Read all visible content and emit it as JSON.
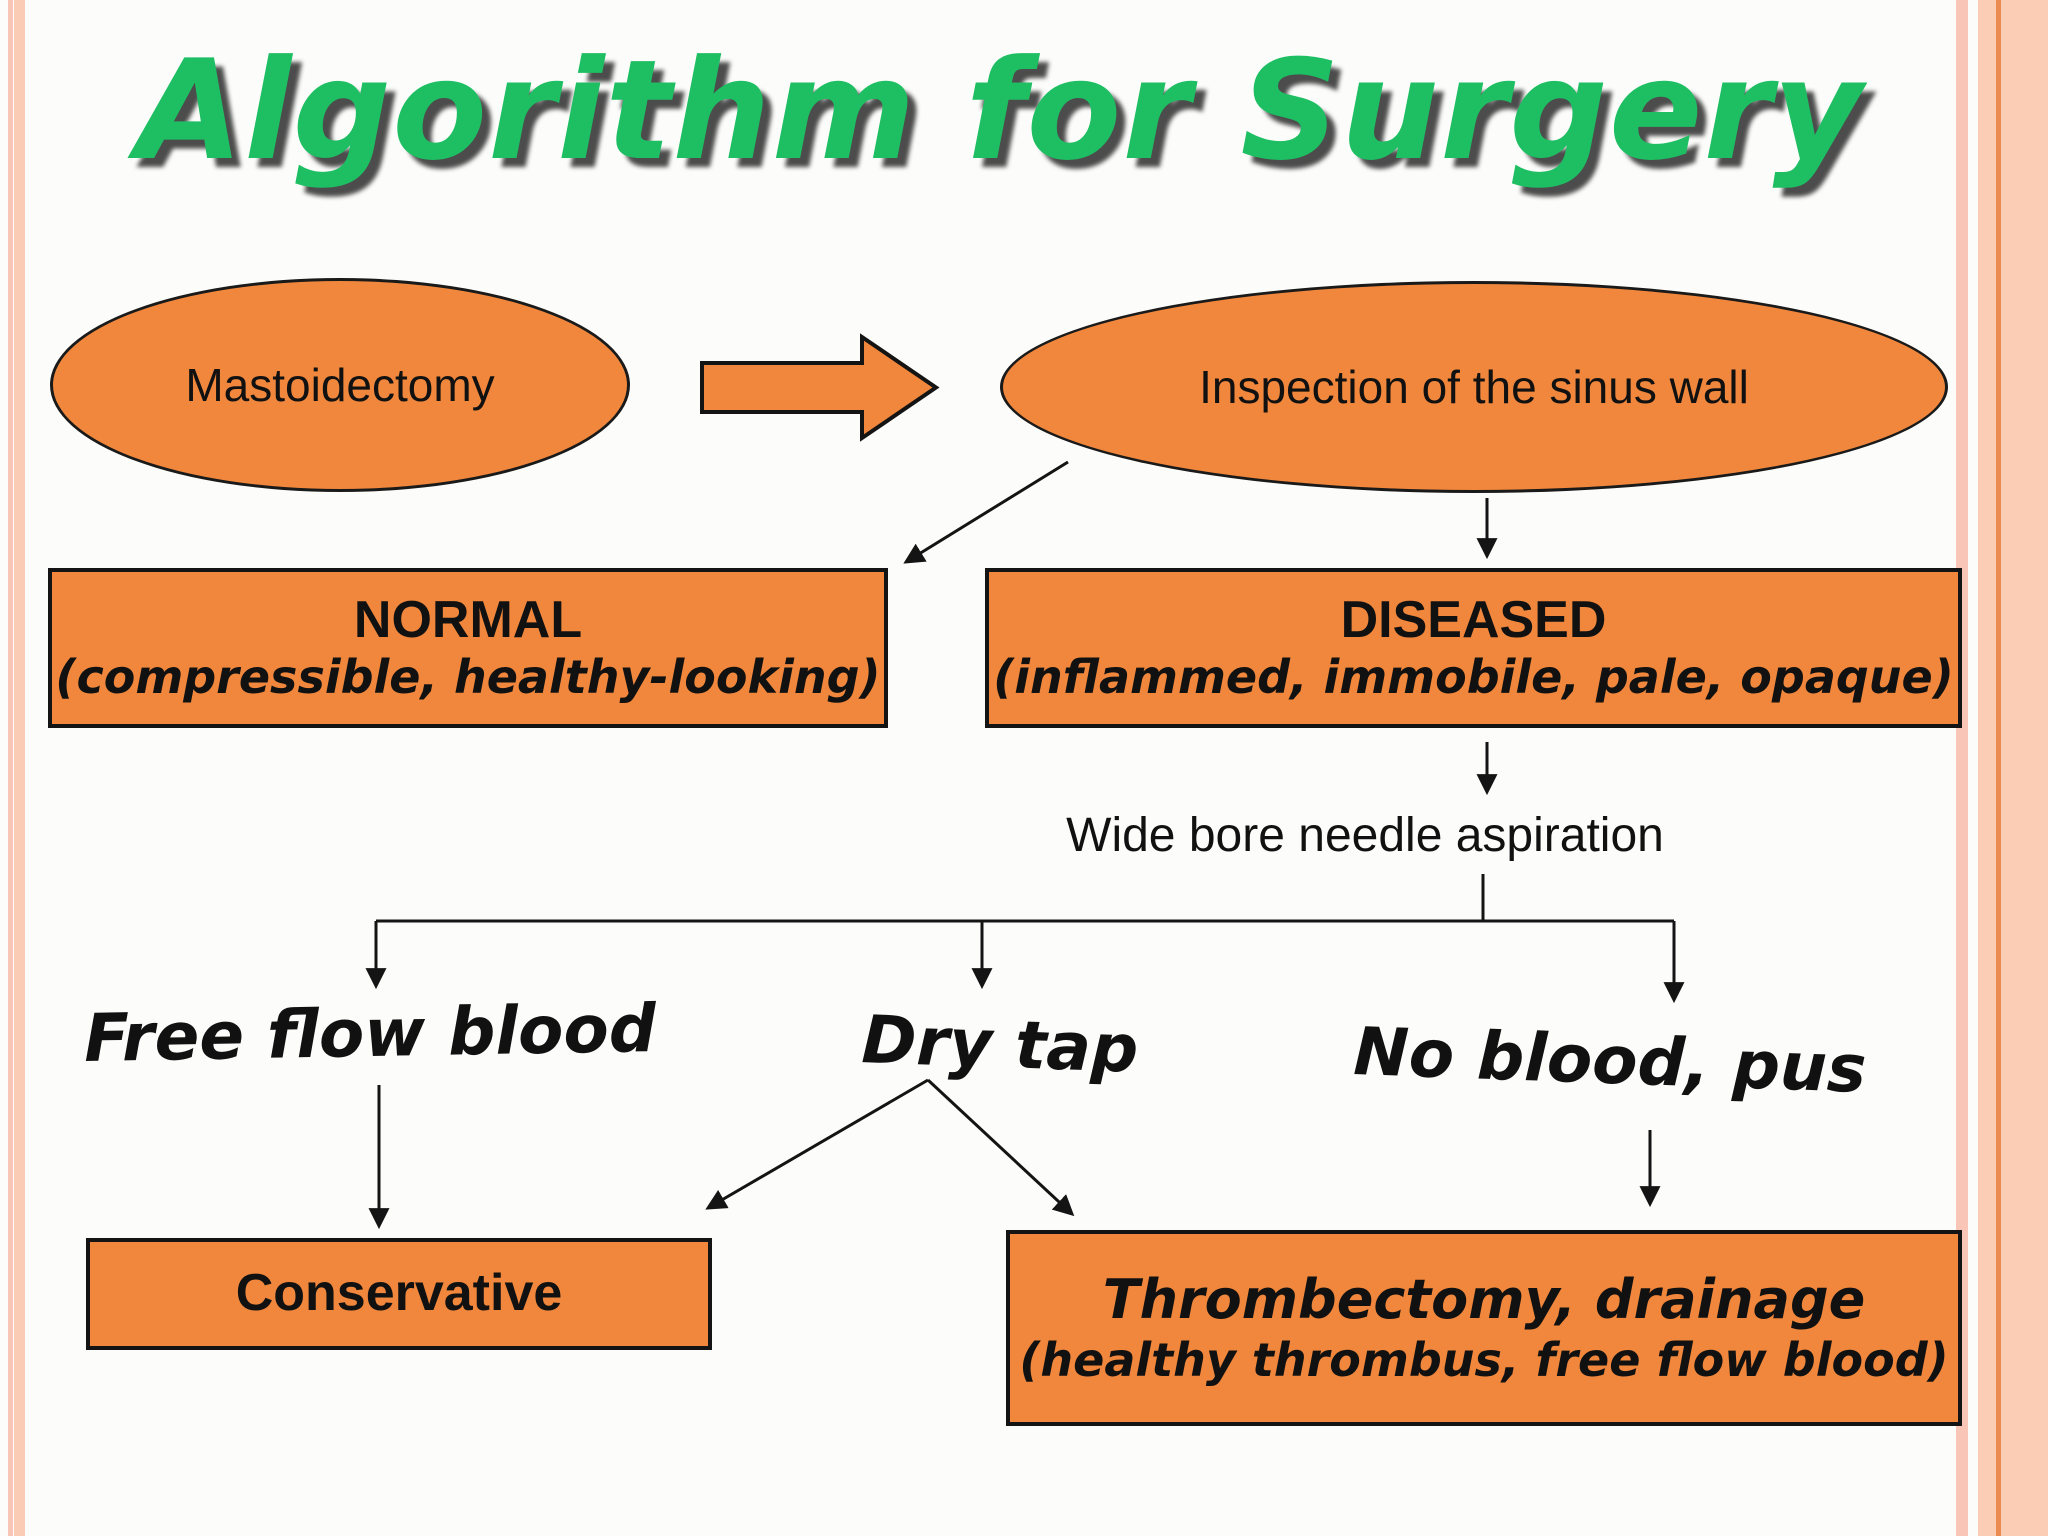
{
  "title": "Algorithm for Surgery",
  "colors": {
    "shape_orange": "#F0873C",
    "title_green": "#1EBE62",
    "title_shadow": "#2D2D2D",
    "border_pink_stripe": "#F8C5B6",
    "border_peach_band": "#FBCDB5",
    "border_accent_line": "#EB8B52",
    "outline_black": "#141414"
  },
  "nodes": {
    "mastoidectomy": "Mastoidectomy",
    "inspection": "Inspection of the sinus wall",
    "normal_heading": "NORMAL",
    "normal_detail": "(compressible, healthy-looking)",
    "diseased_heading": "DISEASED",
    "diseased_detail": "(inflammed, immobile, pale, opaque)",
    "aspiration": "Wide bore needle aspiration",
    "branch_left": "Free flow blood",
    "branch_middle": "Dry tap",
    "branch_right": "No blood, pus",
    "conservative": "Conservative",
    "thrombectomy_heading": "Thrombectomy, drainage",
    "thrombectomy_detail": "(healthy thrombus, free flow blood)"
  }
}
